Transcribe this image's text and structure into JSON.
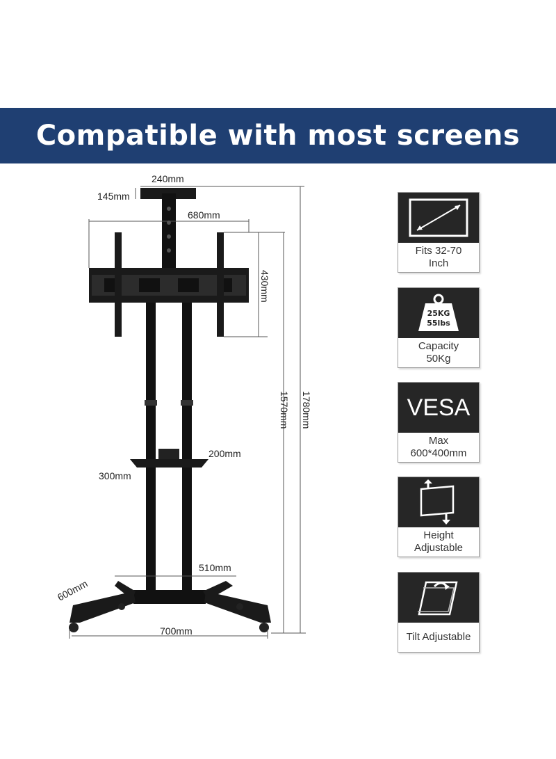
{
  "banner": {
    "title": "Compatible with most screens"
  },
  "dimensions": {
    "top_tray_width": "240mm",
    "top_tray_depth": "145mm",
    "mount_width": "680mm",
    "mount_height": "430mm",
    "mount_top_height": "1570mm",
    "total_height": "1780mm",
    "shelf_depth": "200mm",
    "shelf_width": "300mm",
    "base_inner_width": "510mm",
    "base_depth": "600mm",
    "base_width": "700mm"
  },
  "features": [
    {
      "icon": "screen-size-icon",
      "lines": [
        "Fits 32-70",
        "Inch"
      ]
    },
    {
      "icon": "weight-icon",
      "weight_labels": [
        "25KG",
        "55lbs"
      ],
      "lines": [
        "Capacity",
        "50Kg"
      ]
    },
    {
      "icon": "vesa-icon",
      "icon_text": "VESA",
      "lines": [
        "Max",
        "600*400mm"
      ]
    },
    {
      "icon": "height-adjust-icon",
      "lines": [
        "Height",
        "Adjustable"
      ]
    },
    {
      "icon": "tilt-icon",
      "lines": [
        "Tilt Adjustable"
      ]
    }
  ],
  "colors": {
    "banner": "#1f3f72",
    "icon_bg": "#262626",
    "text": "#333333"
  }
}
